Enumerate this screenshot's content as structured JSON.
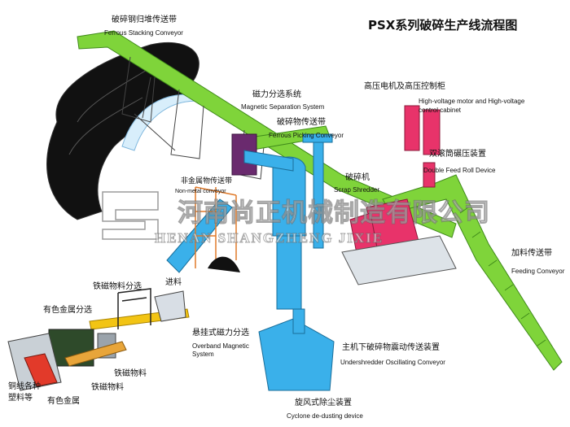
{
  "title": "PSX系列破碎生产线流程图",
  "labels": {
    "ferrous_stacking_zh": "破碎钢归堆传送带",
    "ferrous_stacking_en": "Ferrous Stacking Conveyor",
    "magnetic_separation_zh": "磁力分选系统",
    "magnetic_separation_en": "Magnetic Separation System",
    "ferrous_picking_zh": "破碎物传送带",
    "ferrous_picking_en": "Ferrous Picking Conveyor",
    "hv_motor_zh": "高压电机及高压控制柜",
    "hv_motor_en_line1": "High-voltage motor and High-voltage",
    "hv_motor_en_line2": "control cabinet",
    "double_feed_zh": "双滚筒碾压装置",
    "double_feed_en": "Double Feed Roll Device",
    "scrap_shredder_zh": "破碎机",
    "scrap_shredder_en": "Scrap Shredder",
    "non_ferrous_zh": "非金属物传送带",
    "non_ferrous_en": "Non-metal conveyor",
    "feeding_zh": "加料传送带",
    "feeding_en": "Feeding Conveyor",
    "ferromagnetic_sort": "铁磁物料分选",
    "feed_in": "进料",
    "nonferrous_sort": "有色金属分选",
    "overband_zh": "悬挂式磁力分选",
    "overband_en_line1": "Overband Magnetic",
    "overband_en_line2": "System",
    "undershredder_zh": "主机下破碎物震动传送装置",
    "undershredder_en": "Undershredder Oscillating Conveyor",
    "ferrous_material_1": "铁磁物料",
    "ferrous_material_2": "铁磁物料",
    "copper_misc_line1": "铜线各种",
    "copper_misc_line2": "塑料等",
    "nonferrous_metal": "有色金属",
    "cyclone_zh": "旋风式除尘装置",
    "cyclone_en": "Cyclone de-dusting device"
  },
  "watermark": {
    "company_zh": "河南尚正机械制造有限公司",
    "company_en": "HENAN SHANGZHENG JIXIE"
  },
  "colors": {
    "conveyor_green": "#7fd43a",
    "cyclone_blue": "#3ab0ea",
    "shredder_red": "#e8336a",
    "magnet_purple": "#6a2a6e",
    "pile_black": "#111111",
    "overband_yellow": "#f2c414"
  }
}
